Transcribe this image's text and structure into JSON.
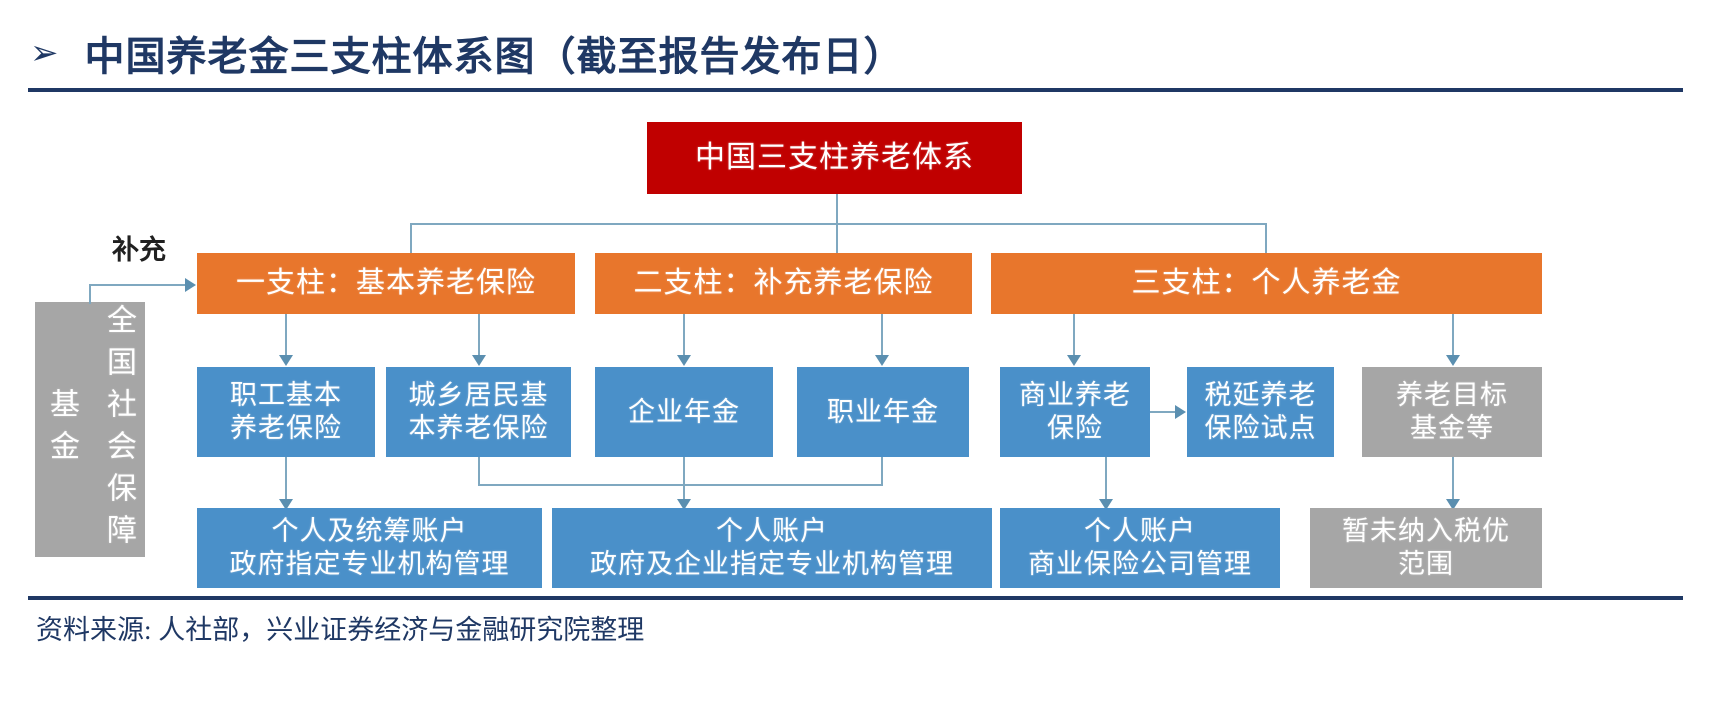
{
  "header": {
    "bullet": "➢",
    "title": "中国养老金三支柱体系图（截至报告发布日）"
  },
  "footer": {
    "source": "资料来源: 人社部，兴业证券经济与金融研究院整理"
  },
  "colors": {
    "navy": "#1F3864",
    "red": "#C00000",
    "orange": "#E8762C",
    "blue": "#4A90C9",
    "gray": "#A6A6A6",
    "connector": "#5B8FB0"
  },
  "diagram": {
    "root": {
      "label": "中国三支柱养老体系"
    },
    "side": {
      "fund_label": "全国\n社会\n保障\n基金",
      "fund_label_flat": "全国社会保障基金",
      "arrow_label": "补充"
    },
    "pillars": [
      {
        "label": "一支柱：基本养老保险"
      },
      {
        "label": "二支柱：补充养老保险"
      },
      {
        "label": "三支柱：个人养老金"
      }
    ],
    "products": [
      {
        "label": "职工基本\n养老保险",
        "color": "blue"
      },
      {
        "label": "城乡居民基\n本养老保险",
        "color": "blue"
      },
      {
        "label": "企业年金",
        "color": "blue"
      },
      {
        "label": "职业年金",
        "color": "blue"
      },
      {
        "label": "商业养老\n保险",
        "color": "blue"
      },
      {
        "label": "税延养老\n保险试点",
        "color": "blue"
      },
      {
        "label": "养老目标\n基金等",
        "color": "gray"
      }
    ],
    "accounts": [
      {
        "label": "个人及统筹账户\n政府指定专业机构管理",
        "color": "blue"
      },
      {
        "label": "个人账户\n政府及企业指定专业机构管理",
        "color": "blue"
      },
      {
        "label": "个人账户\n商业保险公司管理",
        "color": "blue"
      },
      {
        "label": "暂未纳入税优\n范围",
        "color": "gray"
      }
    ]
  }
}
